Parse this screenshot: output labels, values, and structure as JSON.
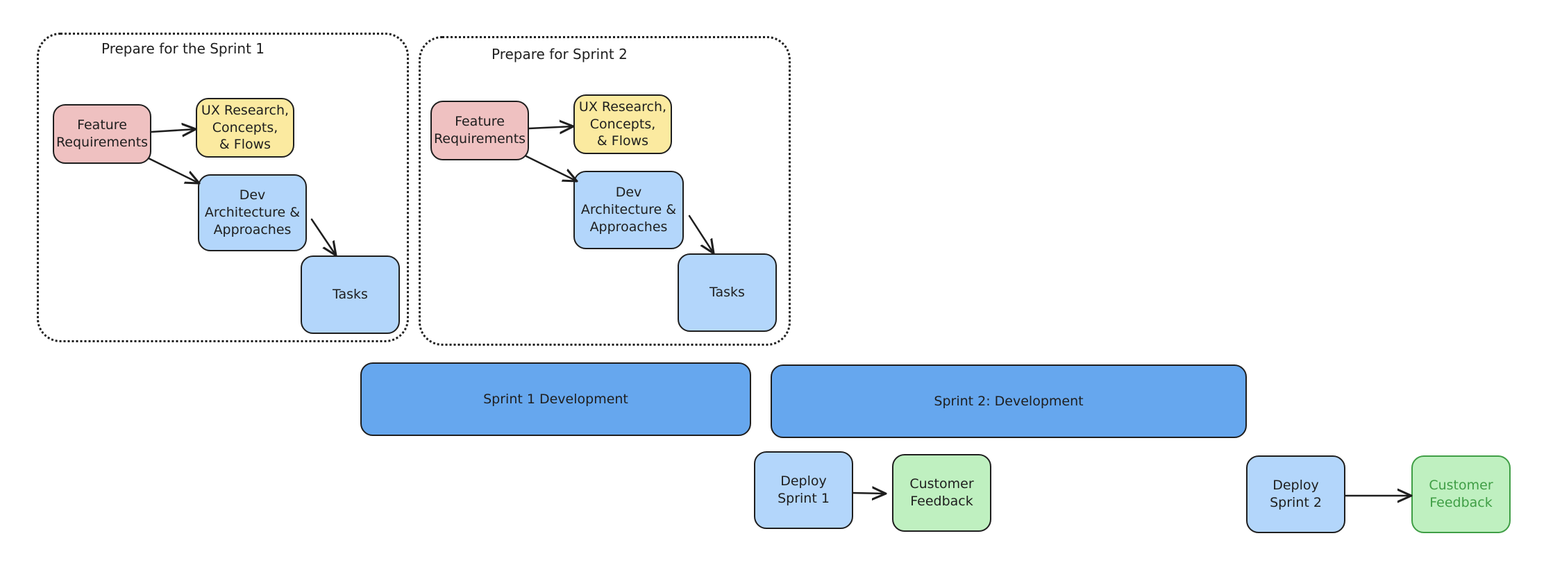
{
  "groups": [
    {
      "title": "Prepare for the Sprint 1"
    },
    {
      "title": "Prepare for Sprint 2"
    }
  ],
  "nodes": {
    "s1_feature": "Feature\nRequirements",
    "s1_ux": "UX Research,\nConcepts,\n& Flows",
    "s1_dev": "Dev\nArchitecture &\nApproaches",
    "s1_tasks": "Tasks",
    "s2_feature": "Feature\nRequirements",
    "s2_ux": "UX Research,\nConcepts,\n& Flows",
    "s2_dev": "Dev\nArchitecture &\nApproaches",
    "s2_tasks": "Tasks",
    "sprint1_dev": "Sprint 1 Development",
    "sprint2_dev": "Sprint 2: Development",
    "deploy1": "Deploy\nSprint 1",
    "feedback1": "Customer\nFeedback",
    "deploy2": "Deploy\nSprint 2",
    "feedback2": "Customer\nFeedback"
  },
  "colors": {
    "stroke": "#1e1e1e",
    "requirements": "#efc1c1",
    "ux": "#fbeaa0",
    "dev": "#b3d6fb",
    "sprint": "#66a7ee",
    "feedback": "#bff0c0",
    "feedback_faded_text": "#3f9e45"
  }
}
